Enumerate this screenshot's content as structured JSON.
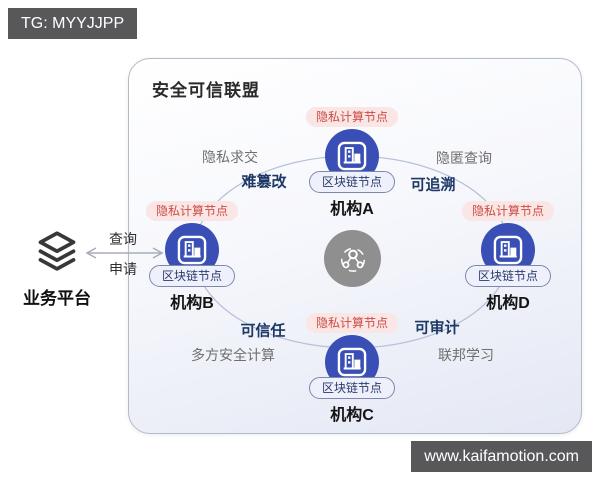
{
  "watermarks": {
    "top_left": "TG: MYYJJPP",
    "bottom_right": "www.kaifamotion.com"
  },
  "platform": {
    "label": "业务平台",
    "icon": "layers-icon",
    "arrow_label_top": "查询",
    "arrow_label_bottom": "申请"
  },
  "alliance": {
    "title": "安全可信联盟",
    "center_icon": "network-hub-icon",
    "nodes": [
      {
        "name": "机构A",
        "privacy_label": "隐私计算节点",
        "chain_label": "区块链节点",
        "icon": "building-icon"
      },
      {
        "name": "机构B",
        "privacy_label": "隐私计算节点",
        "chain_label": "区块链节点",
        "icon": "building-icon"
      },
      {
        "name": "机构C",
        "privacy_label": "隐私计算节点",
        "chain_label": "区块链节点",
        "icon": "building-icon"
      },
      {
        "name": "机构D",
        "privacy_label": "隐私计算节点",
        "chain_label": "区块链节点",
        "icon": "building-icon"
      }
    ],
    "edges": {
      "top_left": {
        "feature": "隐私求交",
        "property": "难篡改"
      },
      "top_right": {
        "feature": "隐匿查询",
        "property": "可追溯"
      },
      "bottom_left": {
        "feature": "多方安全计算",
        "property": "可信任"
      },
      "bottom_right": {
        "feature": "联邦学习",
        "property": "可审计"
      }
    }
  },
  "colors": {
    "org_circle": "#3a4fb5",
    "privacy_pill_bg": "#fbe6e6",
    "privacy_pill_text": "#cc4b44",
    "chain_pill_bg": "#eef1fb",
    "chain_pill_border": "#7e88ad",
    "chain_pill_text": "#2b3a6b",
    "property_text": "#1d3865",
    "feature_text": "#6f6f6f",
    "watermark_bg": "#58585a",
    "center_circle": "#8f8f8f",
    "arc_line": "#b8c2d8",
    "container_border": "#b4bac6"
  }
}
